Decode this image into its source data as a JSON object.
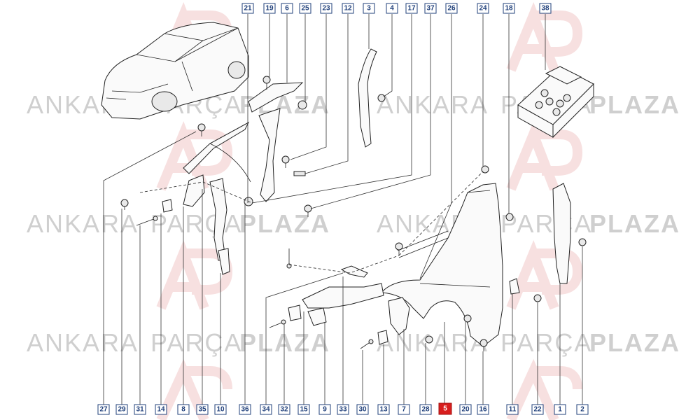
{
  "watermark": {
    "word1": "ANKARA",
    "word2": "PARÇA",
    "word3": "PLAZA",
    "logo_color": "#e8a0a0",
    "text_color": "#cfcfcf"
  },
  "highlight_color": "#d81e1e",
  "callouts_top": [
    "21",
    "19",
    "6",
    "25",
    "23",
    "12",
    "3",
    "4",
    "17",
    "37",
    "26",
    "24",
    "18",
    "38"
  ],
  "callouts_bottom": [
    "27",
    "29",
    "31",
    "14",
    "8",
    "35",
    "10",
    "36",
    "34",
    "32",
    "15",
    "9",
    "33",
    "30",
    "13",
    "7",
    "28",
    "5",
    "16",
    "20",
    "11",
    "22",
    "1",
    "2"
  ],
  "highlighted_part": "5"
}
